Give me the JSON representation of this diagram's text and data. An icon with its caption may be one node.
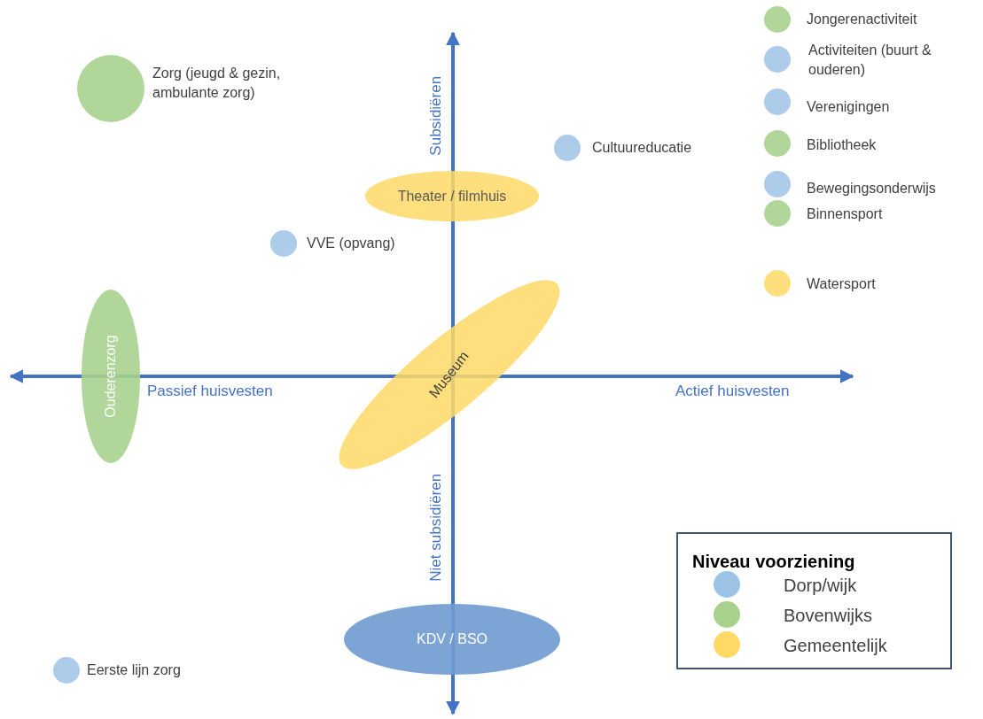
{
  "diagram": {
    "nodes": [
      {
        "text": [],
        "shape": "circle",
        "beside": [
          "Zorg (jeugd & gezin, ambulante zorg)"
        ]
      },
      {
        "text": [],
        "shape": "circle",
        "beside": [
          "Cultuureducatie"
        ]
      },
      {
        "text": [
          "Theater / filmhuis"
        ]
      },
      {
        "text": [],
        "shape": "circle",
        "beside": [
          "VVE (opvang)"
        ]
      },
      {
        "text": [
          "Ouderenzorg"
        ]
      },
      {
        "text": [
          "Museum"
        ]
      },
      {
        "text": [
          "KDV / BSO"
        ]
      },
      {
        "text": [],
        "shape": "circle",
        "beside": [
          "Eerste lijn zorg"
        ]
      },
      {
        "text": [],
        "shape": "circle",
        "beside": [
          "Jongerenactiviteit"
        ]
      },
      {
        "text": [],
        "shape": "circle",
        "beside": [
          "Activiteiten (buurt & ouderen)"
        ]
      },
      {
        "text": [],
        "shape": "circle",
        "beside": [
          "Verenigingen"
        ]
      },
      {
        "text": [],
        "shape": "circle",
        "beside": [
          "Bibliotheek"
        ]
      },
      {
        "text": [],
        "shape": "circle",
        "beside": [
          "Bewegingsonderwijs"
        ]
      },
      {
        "text": [],
        "shape": "circle",
        "beside": [
          "Binnensport"
        ]
      },
      {
        "text": [],
        "shape": "circle",
        "beside": [
          "Watersport"
        ]
      }
    ],
    "labels": [
      "Subsidiëren",
      "Passief huisvesten",
      "Actief huisvesten",
      "Niet subsidiëren",
      "Niveau voorziening"
    ],
    "legend": [
      {
        "text": "Dorp/wijk",
        "color": "#9dc3e6"
      },
      {
        "text": "Bovenwijks",
        "color": "#a9d18e"
      },
      {
        "text": "Gemeentelijk",
        "color": "#ffd966"
      }
    ]
  }
}
